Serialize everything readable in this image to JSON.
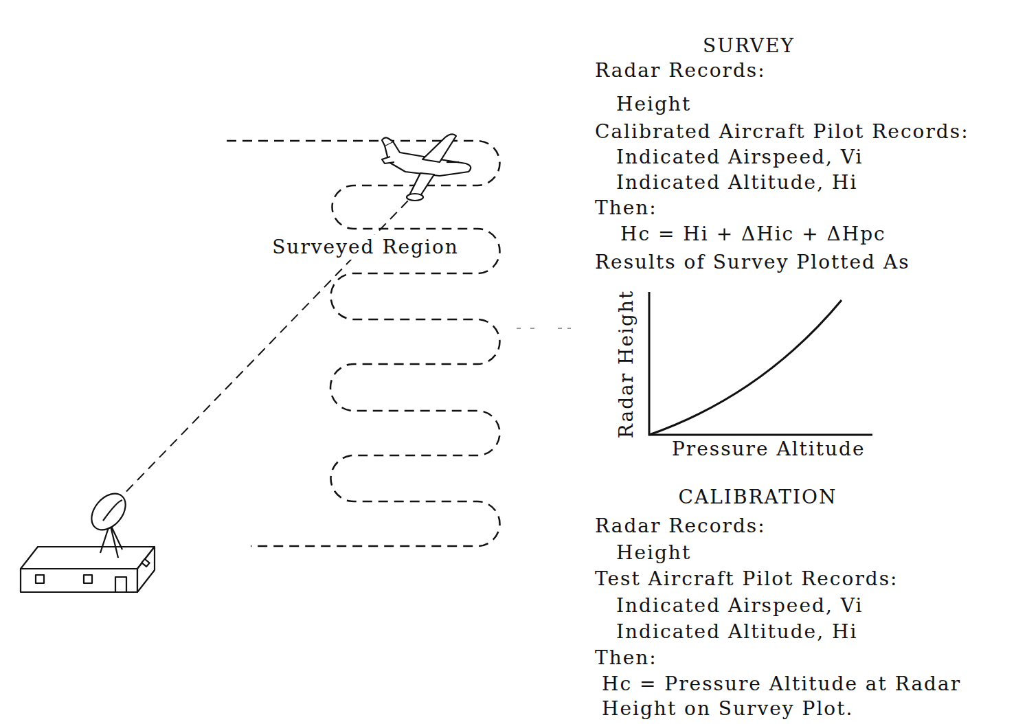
{
  "diagram": {
    "labels": [
      "Surveyed Region",
      "SURVEY",
      "Radar Records:",
      "Height",
      "Calibrated Aircraft Pilot Records:",
      "Indicated Airspeed, Vi",
      "Indicated Altitude, Hi",
      "Then:",
      "Hc = Hi + ΔHic + ΔHpc",
      "Results of Survey Plotted As",
      "Radar Height",
      "Pressure Altitude",
      "CALIBRATION",
      "Radar Records:",
      "Height",
      "Test Aircraft Pilot Records:",
      "Indicated Airspeed, Vi",
      "Indicated Altitude, Hi",
      "Then:",
      "Hc = Pressure Altitude at Radar Height on Survey Plot."
    ]
  }
}
